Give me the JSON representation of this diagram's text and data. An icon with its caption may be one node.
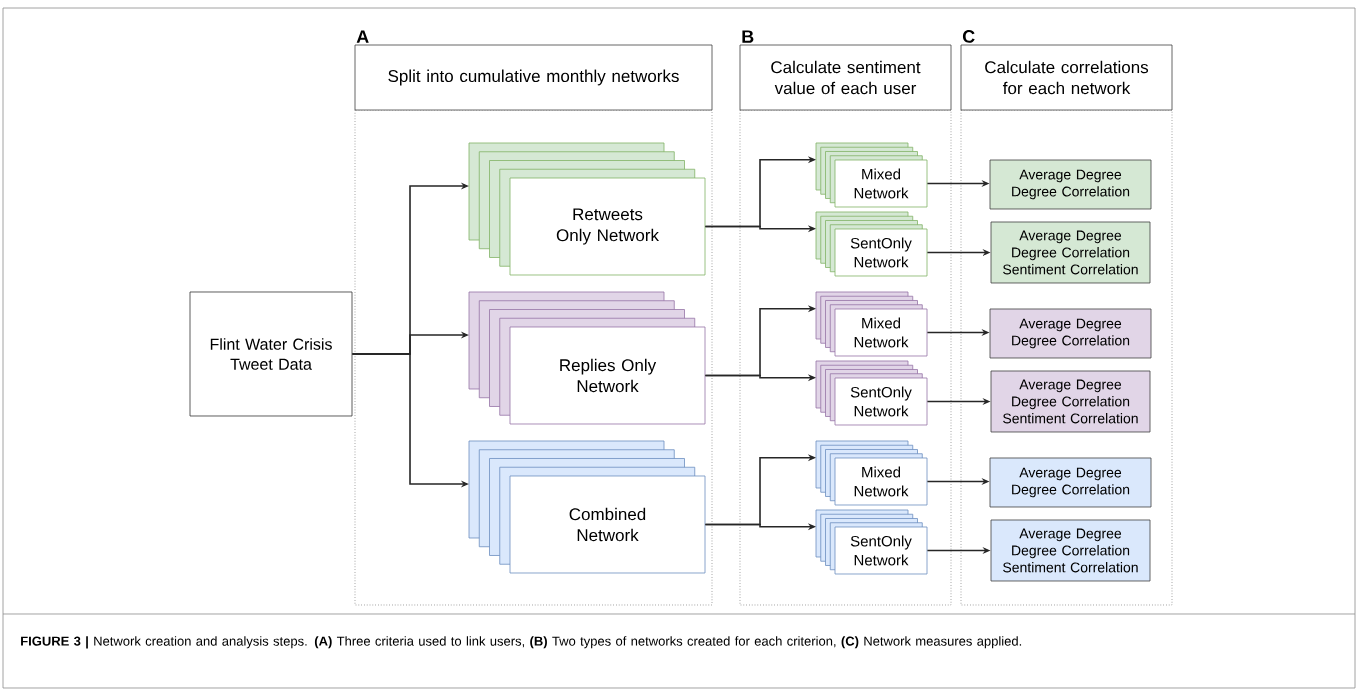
{
  "diagram": {
    "caption": "**FIGURE 3 |** Network creation and analysis steps. **(A)** Three criteria used to link users, **(B)** Two types of networks created for each criterion, **(C)** Network measures applied.",
    "nodes": [
      {
        "text": [
          "A",
          "Split into cumulative monthly networks"
        ]
      },
      {
        "text": [
          "B",
          "Calculate sentiment value of each user"
        ]
      },
      {
        "text": [
          "C",
          "Calculate correlations for each network"
        ]
      },
      {
        "text": [
          "Flint Water Crisis Tweet Data"
        ]
      },
      {
        "text": [
          "Retweets Only Network"
        ]
      },
      {
        "text": [
          "Mixed Network"
        ]
      },
      {
        "text": [
          "SentOnly Network"
        ]
      },
      {
        "text": [
          "Average Degree Degree Correlation"
        ]
      },
      {
        "text": [
          "Average Degree Degree Correlation Sentiment Correlation"
        ]
      },
      {
        "text": [
          "Replies Only Network"
        ]
      },
      {
        "text": [
          "Mixed Network"
        ]
      },
      {
        "text": [
          "SentOnly Network"
        ]
      },
      {
        "text": [
          "Average Degree Degree Correlation"
        ]
      },
      {
        "text": [
          "Average Degree Degree Correlation Sentiment Correlation"
        ]
      },
      {
        "text": [
          "Combined Network"
        ]
      },
      {
        "text": [
          "Mixed Network"
        ]
      },
      {
        "text": [
          "SentOnly Network"
        ]
      },
      {
        "text": [
          "Average Degree Degree Correlation"
        ]
      },
      {
        "text": [
          "Average Degree Degree Correlation Sentiment Correlation"
        ]
      }
    ],
    "edges": [
      {
        "from": 3,
        "to": 4,
        "arrow": "to"
      },
      {
        "from": 3,
        "to": 9,
        "arrow": "to"
      },
      {
        "from": 3,
        "to": 14,
        "arrow": "to"
      },
      {
        "from": 4,
        "to": 5,
        "arrow": "to"
      },
      {
        "from": 4,
        "to": 6,
        "arrow": "to"
      },
      {
        "from": 5,
        "to": 7,
        "arrow": "to"
      },
      {
        "from": 6,
        "to": 8,
        "arrow": "to"
      },
      {
        "from": 9,
        "to": 10,
        "arrow": "to"
      },
      {
        "from": 9,
        "to": 11,
        "arrow": "to"
      },
      {
        "from": 10,
        "to": 12,
        "arrow": "to"
      },
      {
        "from": 11,
        "to": 13,
        "arrow": "to"
      },
      {
        "from": 14,
        "to": 15,
        "arrow": "to"
      },
      {
        "from": 14,
        "to": 16,
        "arrow": "to"
      },
      {
        "from": 15,
        "to": 17,
        "arrow": "to"
      },
      {
        "from": 16,
        "to": 18,
        "arrow": "to"
      }
    ]
  }
}
